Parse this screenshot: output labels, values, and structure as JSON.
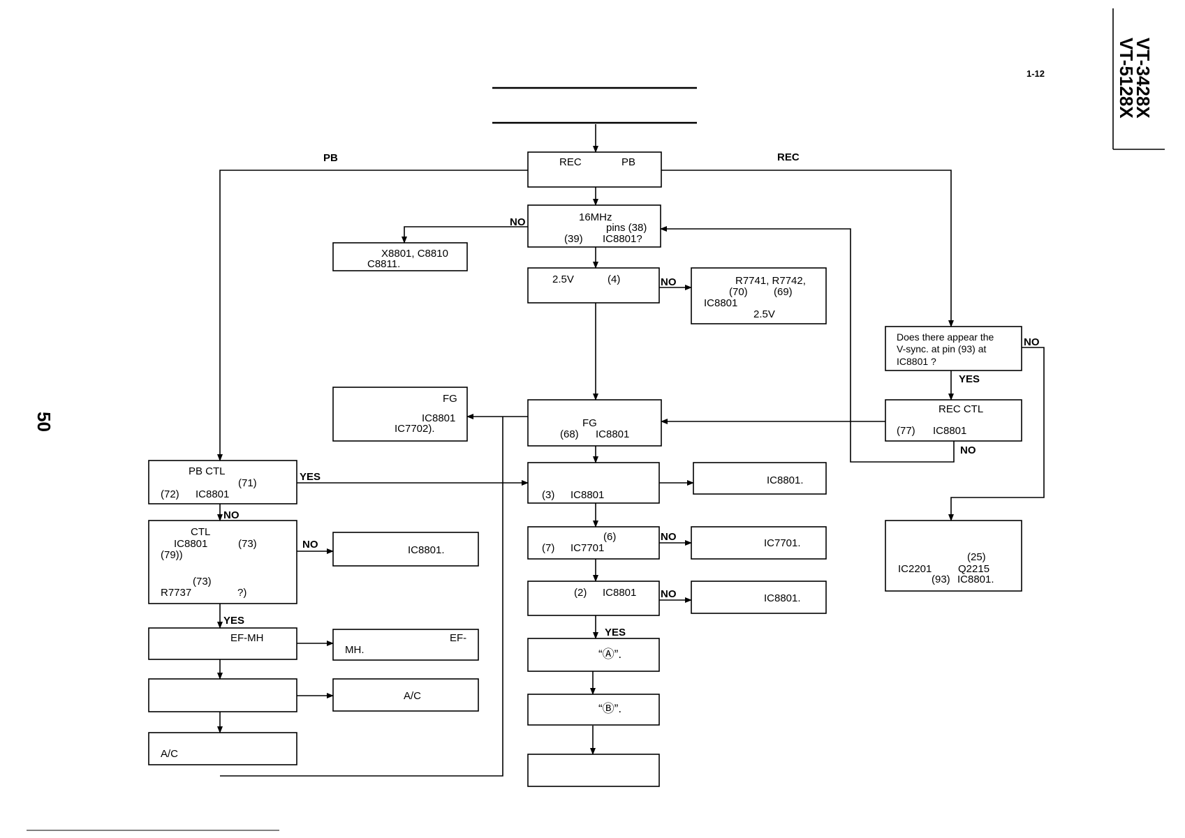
{
  "page": {
    "page_label": "1-12",
    "model_primary": "VT-3428X",
    "model_secondary": "VT-5128X",
    "page_number": "50"
  },
  "branches": {
    "pb": "PB",
    "rec": "REC"
  },
  "answers": {
    "yes": "YES",
    "no": "NO"
  },
  "boxes": {
    "rec_pb": {
      "l1a": "REC",
      "l1b": "PB"
    },
    "osc": {
      "l1": "16MHz",
      "l2": "pins (38)",
      "l3a": "(39)",
      "l3b": "IC8801?"
    },
    "osc_no": {
      "l1": "X8801, C8810",
      "l2": "C8811."
    },
    "v25": {
      "l1a": "2.5V",
      "l1b": "(4)"
    },
    "v25_no": {
      "l1": "R7741, R7742,",
      "l2a": "(70)",
      "l2b": "(69)",
      "l3": "IC8801",
      "l4": "2.5V"
    },
    "vsync": {
      "l1": "Does there appear the",
      "l2": "V-sync. at pin (93) at",
      "l3": "IC8801 ?"
    },
    "recctl": {
      "l1": "REC CTL",
      "l2a": "(77)",
      "l2b": "IC8801"
    },
    "fg": {
      "l1": "FG",
      "l2a": "(68)",
      "l2b": "IC8801"
    },
    "fg_side": {
      "l1": "FG",
      "l2": "IC8801",
      "l3": "IC7702)."
    },
    "pbctl": {
      "l1": "PB CTL",
      "l2": "(71)",
      "l3a": "(72)",
      "l3b": "IC8801"
    },
    "ctl": {
      "l1": "CTL",
      "l2a": "IC8801",
      "l2b": "(73)",
      "l3": "(79))",
      "l4": "(73)",
      "l5a": "R7737",
      "l5b": "?)"
    },
    "ctl_no": {
      "l1": "IC8801."
    },
    "efmh": {
      "l1": "EF-MH"
    },
    "efmh_r": {
      "l1a": "MH.",
      "l1b": "EF-"
    },
    "ac_r": {
      "l1": "A/C"
    },
    "ac_bottom": {
      "l1": "A/C"
    },
    "pin3": {
      "l1a": "(3)",
      "l1b": "IC8801"
    },
    "pin3_r": {
      "l1": "IC8801."
    },
    "pin6": {
      "l1": "(6)",
      "l2a": "(7)",
      "l2b": "IC7701"
    },
    "pin6_no": {
      "l1": "IC7701."
    },
    "pin2": {
      "l1a": "(2)",
      "l1b": "IC8801"
    },
    "pin2_no": {
      "l1": "IC8801."
    },
    "goto_a": {
      "l1": "“Ⓐ”."
    },
    "goto_b": {
      "l1": "“Ⓑ”."
    },
    "vsync_no": {
      "l1": "(25)",
      "l2a": "IC2201",
      "l2b": "Q2215",
      "l3a": "(93)",
      "l3b": "IC8801."
    }
  }
}
